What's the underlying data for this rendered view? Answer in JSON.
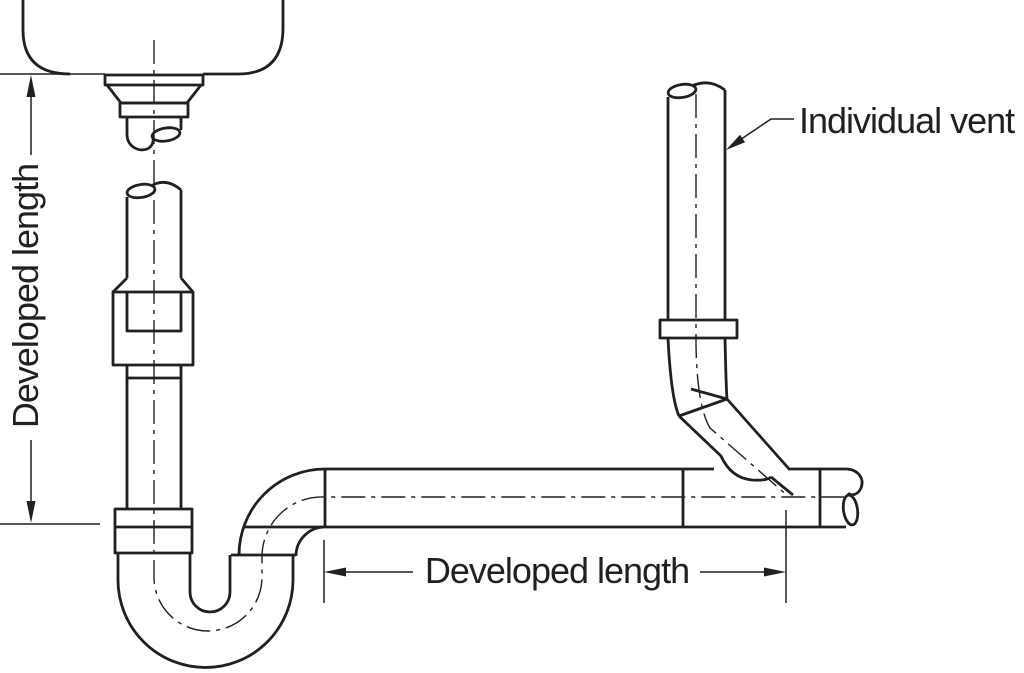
{
  "diagram": {
    "labels": {
      "vertical_dimension": "Developed length",
      "horizontal_dimension": "Developed length",
      "vent": "Individual vent"
    },
    "colors": {
      "line": "#231f20",
      "background": "#ffffff"
    }
  }
}
